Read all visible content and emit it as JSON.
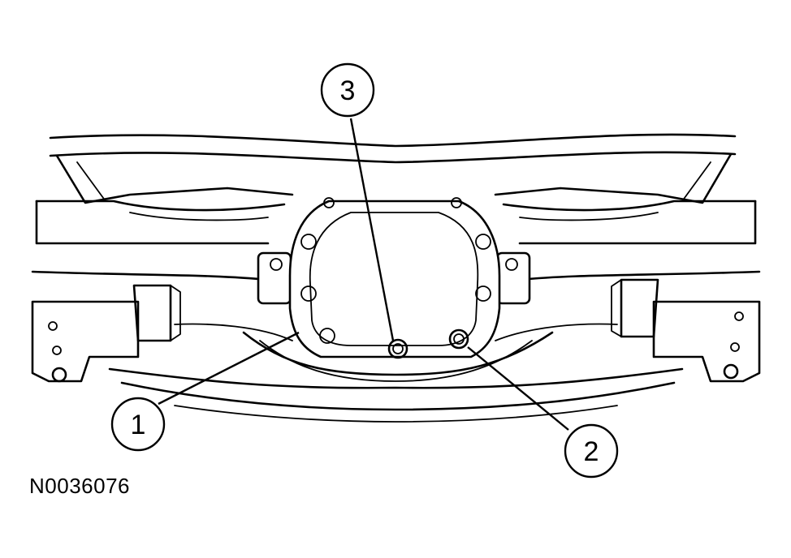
{
  "figure": {
    "id_label": "N0036076"
  },
  "callouts": [
    {
      "label": "1"
    },
    {
      "label": "2"
    },
    {
      "label": "3"
    }
  ],
  "colors": {
    "line": "#000000",
    "background": "#ffffff"
  }
}
